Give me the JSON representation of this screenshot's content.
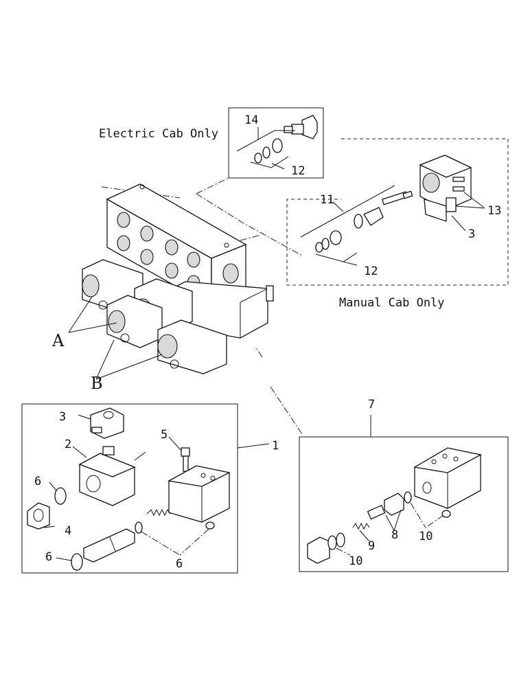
{
  "captions": {
    "electric_cab": "Electric Cab Only",
    "manual_cab": "Manual Cab Only"
  },
  "callouts": {
    "c1": "1",
    "c2": "2",
    "c3_main": "3",
    "c3_manual": "3",
    "c4": "4",
    "c5": "5",
    "c6_oring_left": "6",
    "c6_oring_bottom": "6",
    "c6_group": "6",
    "c7": "7",
    "c8": "8",
    "c9": "9",
    "c10_left": "10",
    "c10_right": "10",
    "c11": "11",
    "c12_electric": "12",
    "c12_manual": "12",
    "c13": "13",
    "c14": "14",
    "cA": "A",
    "cB": "B"
  }
}
